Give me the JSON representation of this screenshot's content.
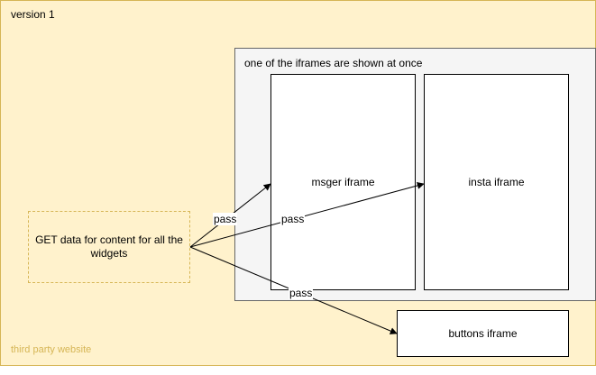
{
  "outer": {
    "title": "version 1",
    "footer_label": "third party website"
  },
  "group": {
    "label": "one of the iframes are shown at once"
  },
  "nodes": {
    "msger": "msger iframe",
    "insta": "insta iframe",
    "buttons": "buttons iframe",
    "source": "GET data for content for all the widgets"
  },
  "edges": [
    {
      "from": "source",
      "to": "msger",
      "label": "pass"
    },
    {
      "from": "source",
      "to": "insta",
      "label": "pass"
    },
    {
      "from": "source",
      "to": "buttons",
      "label": "pass"
    }
  ],
  "colors": {
    "outer_fill": "#fff2cc",
    "outer_stroke": "#d6b656",
    "group_fill": "#f5f5f5",
    "group_stroke": "#666666"
  }
}
